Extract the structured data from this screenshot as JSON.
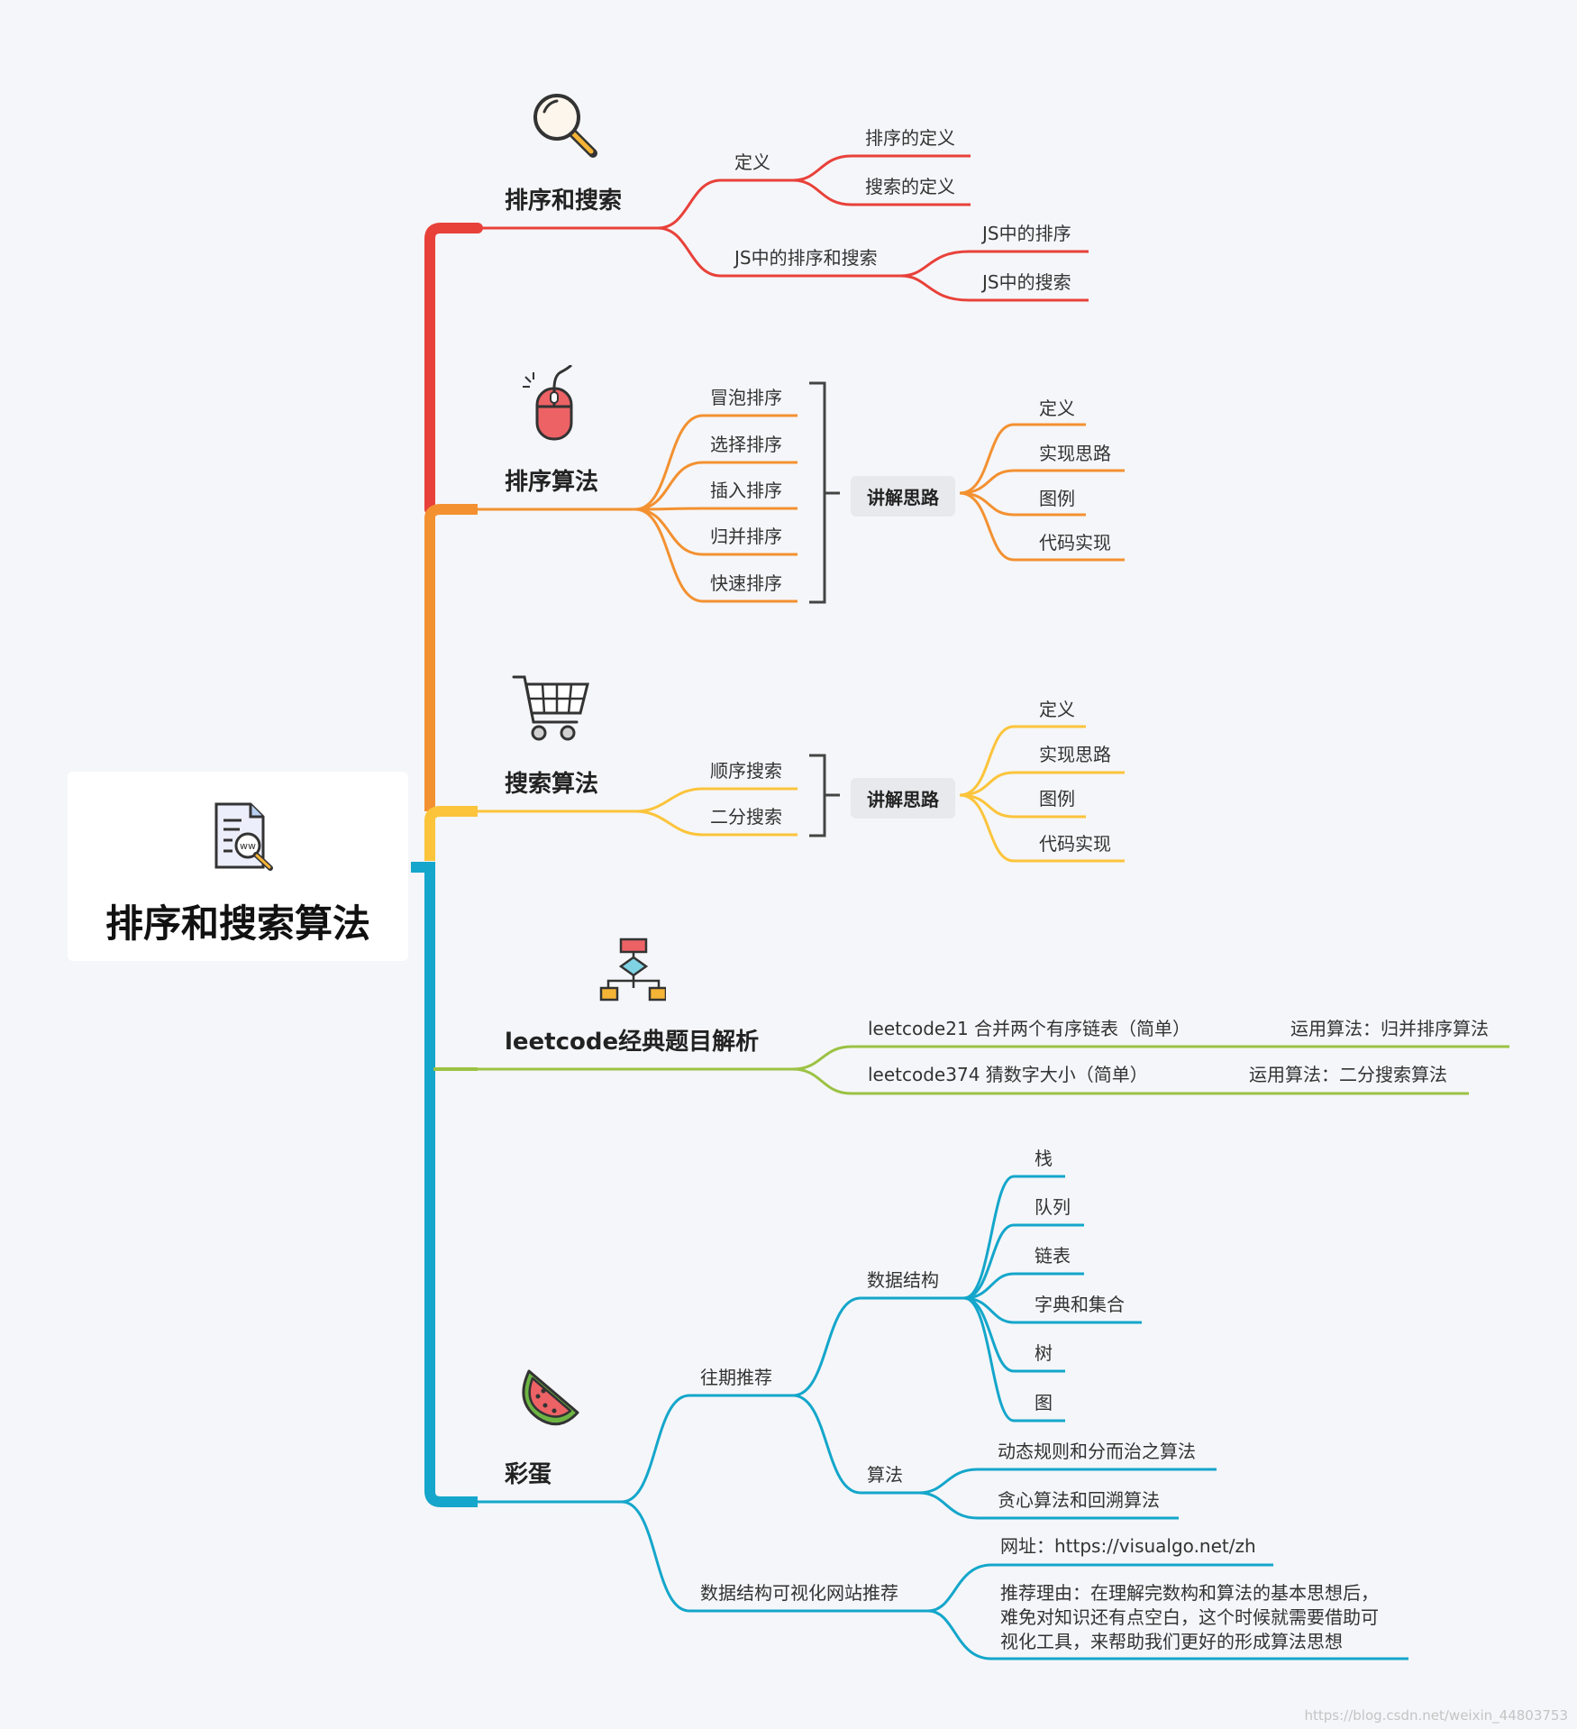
{
  "root": {
    "title": "排序和搜索算法",
    "icon": "web-document-search-icon"
  },
  "branch1": {
    "title": "排序和搜索",
    "icon": "magnifier-icon",
    "color": "#e8413a",
    "def": "定义",
    "def_items": [
      "排序的定义",
      "搜索的定义"
    ],
    "js": "JS中的排序和搜索",
    "js_items": [
      "JS中的排序",
      "JS中的搜索"
    ]
  },
  "branch2": {
    "title": "排序算法",
    "icon": "mouse-icon",
    "color": "#f39131",
    "items": [
      "冒泡排序",
      "选择排序",
      "插入排序",
      "归并排序",
      "快速排序"
    ],
    "summary": "讲解思路",
    "summary_items": [
      "定义",
      "实现思路",
      "图例",
      "代码实现"
    ]
  },
  "branch3": {
    "title": "搜索算法",
    "icon": "shopping-cart-icon",
    "color": "#fbc43b",
    "items": [
      "顺序搜索",
      "二分搜索"
    ],
    "summary": "讲解思路",
    "summary_items": [
      "定义",
      "实现思路",
      "图例",
      "代码实现"
    ]
  },
  "branch4": {
    "title": "leetcode经典题目解析",
    "icon": "flowchart-icon",
    "color": "#9bc243",
    "items": [
      {
        "label": "leetcode21 合并两个有序链表（简单）",
        "note": "运用算法：归并排序算法"
      },
      {
        "label": "leetcode374 猜数字大小（简单）",
        "note": "运用算法：二分搜索算法"
      }
    ]
  },
  "branch5": {
    "title": "彩蛋",
    "icon": "watermelon-icon",
    "color": "#14a6cb",
    "past": "往期推荐",
    "ds": "数据结构",
    "ds_items": [
      "栈",
      "队列",
      "链表",
      "字典和集合",
      "树",
      "图"
    ],
    "algo": "算法",
    "algo_items": [
      "动态规则和分而治之算法",
      "贪心算法和回溯算法"
    ],
    "vis": "数据结构可视化网站推荐",
    "vis_url": "网址：https://visualgo.net/zh",
    "vis_reason_lines": [
      "推荐理由：在理解完数构和算法的基本思想后，",
      "难免对知识还有点空白，这个时候就需要借助可",
      "视化工具，来帮助我们更好的形成算法思想"
    ]
  },
  "watermark": "https://blog.csdn.net/weixin_44803753"
}
